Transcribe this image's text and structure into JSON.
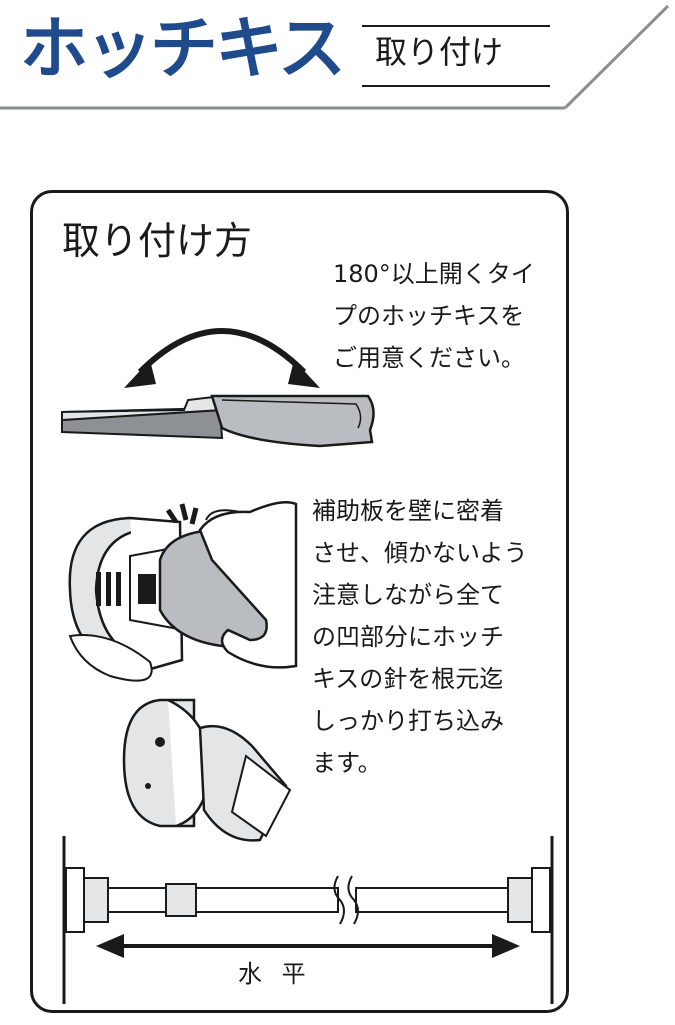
{
  "header": {
    "title": "ホッチキス",
    "subtitle": "取り付け",
    "title_color": "#1f4a8c"
  },
  "panel": {
    "title": "取り付け方",
    "note_1": [
      "180°以上開くタイ",
      "プのホッチキスを",
      "ご用意ください。"
    ],
    "note_2": [
      "補助板を壁に密着",
      "させ、傾かないよう",
      "注意しながら全て",
      "の凹部分にホッチ",
      "キスの針を根元迄",
      "しっかり打ち込み",
      "ます。"
    ],
    "level_label": "水 平"
  },
  "icons": [
    "stapler-open-illustration",
    "rotate-arrow-icon",
    "hand-stapling-illustration",
    "bracket-closeup-illustration",
    "tension-rod-illustration",
    "double-arrow-icon"
  ],
  "colors": {
    "line": "#1a1a1a",
    "gray": "#b9bcc0",
    "gray_dark": "#8d9095",
    "light": "#e3e5e7"
  }
}
